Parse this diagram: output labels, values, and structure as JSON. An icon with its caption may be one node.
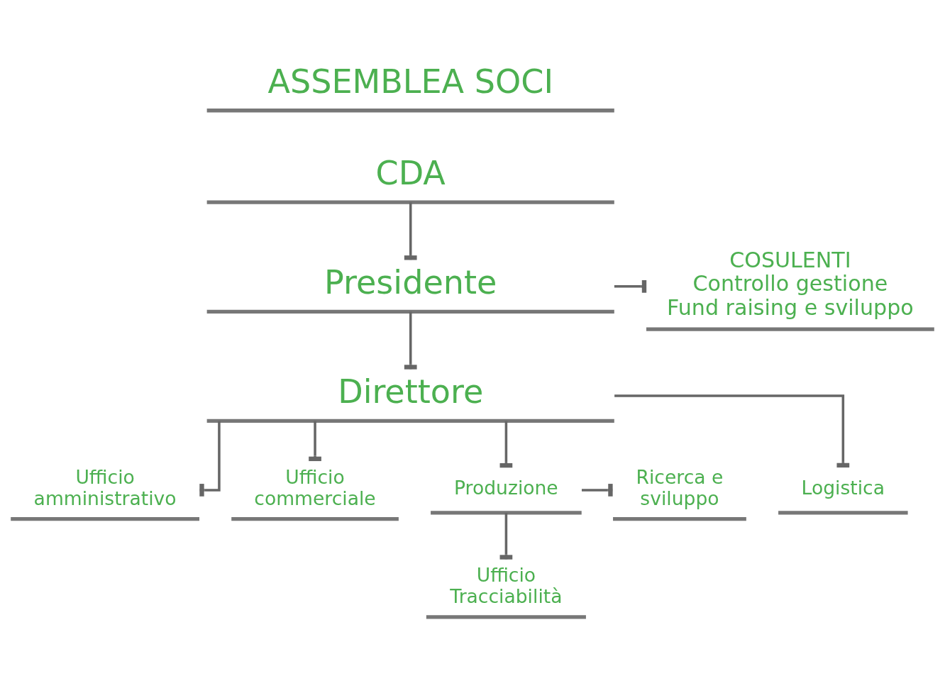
{
  "diagram": {
    "nodes": [
      {
        "text": [
          "ASSEMBLEA SOCI"
        ]
      },
      {
        "text": [
          "CDA"
        ]
      },
      {
        "text": [
          "Presidente"
        ]
      },
      {
        "text": [
          "COSULENTI",
          "Controllo gestione",
          "Fund raising e sviluppo"
        ]
      },
      {
        "text": [
          "Direttore"
        ]
      },
      {
        "text": [
          "Ufficio amministrativo"
        ]
      },
      {
        "text": [
          "Ufficio commerciale"
        ]
      },
      {
        "text": [
          "Produzione"
        ]
      },
      {
        "text": [
          "Ricerca e sviluppo"
        ]
      },
      {
        "text": [
          "Logistica"
        ]
      },
      {
        "text": [
          "Ufficio Tracciabilità"
        ]
      }
    ],
    "edges": [
      {
        "from": 1,
        "to": 2,
        "arrow": "other"
      },
      {
        "from": 2,
        "to": 3,
        "arrow": "other"
      },
      {
        "from": 2,
        "to": 4,
        "arrow": "other"
      },
      {
        "from": 4,
        "to": 5,
        "arrow": "other"
      },
      {
        "from": 4,
        "to": 6,
        "arrow": "other"
      },
      {
        "from": 4,
        "to": 7,
        "arrow": "other"
      },
      {
        "from": 4,
        "to": 9,
        "arrow": "other"
      },
      {
        "from": 7,
        "to": 8,
        "arrow": "other"
      },
      {
        "from": 7,
        "to": 10,
        "arrow": "other"
      }
    ]
  }
}
